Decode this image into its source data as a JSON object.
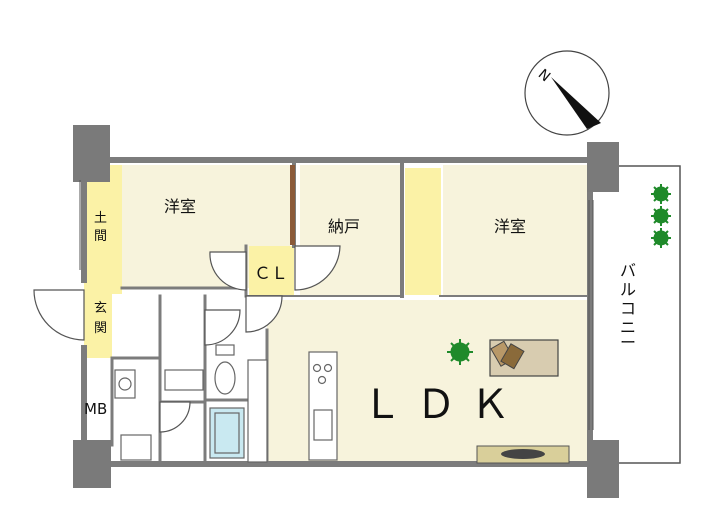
{
  "rooms": {
    "western_left": "洋室",
    "storage": "納戸",
    "western_right": "洋室",
    "closet": "ＣＬ",
    "ldk": "ＬＤＫ",
    "mb": "MB"
  },
  "entry": {
    "doma": [
      "土",
      "間"
    ],
    "genkan": [
      "玄",
      "関"
    ]
  },
  "balcony": [
    "バ",
    "ル",
    "コ",
    "ニ",
    "ー"
  ],
  "compass": {
    "mark": "N"
  },
  "colors": {
    "room_fill": "#f7f3dc",
    "wall": "#7c7c7c",
    "pillar": "#7a7a7a",
    "entry_fill": "#fbf2a6",
    "closet_wood": "#8a5a3a",
    "bath_fill": "#c9e9f1",
    "plant": "#1f8a2a",
    "sofa": "#d8ccb0"
  }
}
